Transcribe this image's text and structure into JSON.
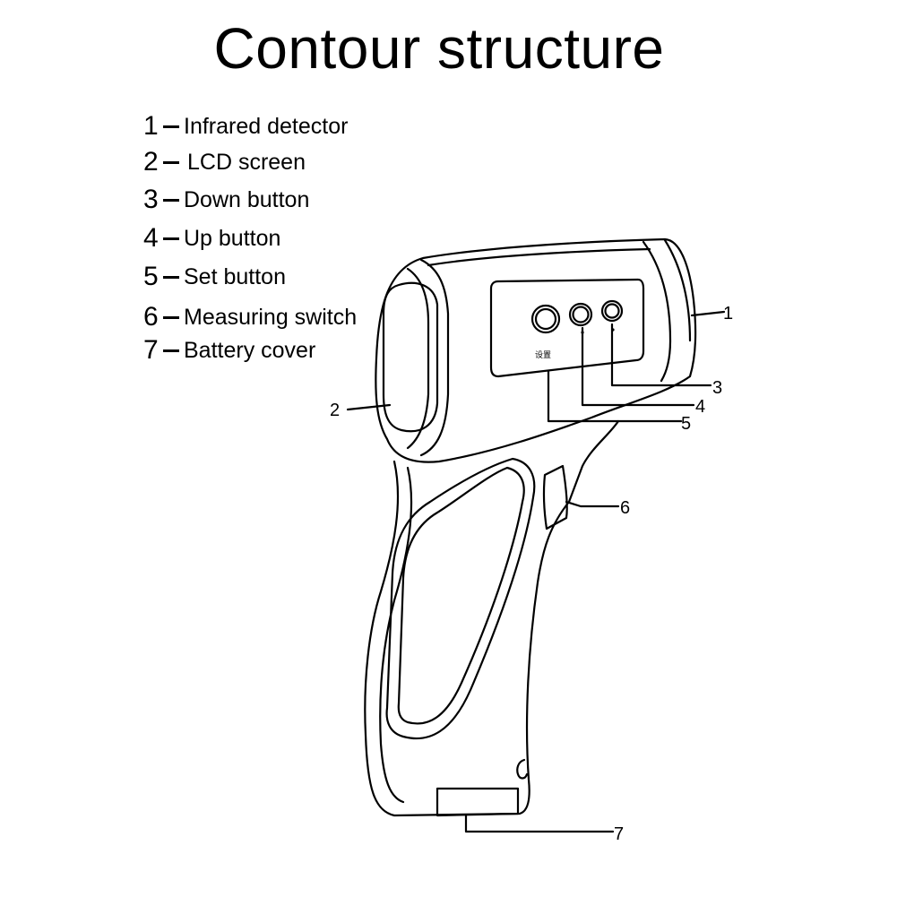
{
  "title": "Contour structure",
  "legend": [
    {
      "number": "1",
      "label": "Infrared detector"
    },
    {
      "number": "2",
      "label": "LCD screen"
    },
    {
      "number": "3",
      "label": "Down button"
    },
    {
      "number": "4",
      "label": "Up button"
    },
    {
      "number": "5",
      "label": "Set button"
    },
    {
      "number": "6",
      "label": "Measuring switch"
    },
    {
      "number": "7",
      "label": "Battery cover"
    }
  ],
  "callouts": {
    "c1": "1",
    "c2": "2",
    "c3": "3",
    "c4": "4",
    "c5": "5",
    "c6": "6",
    "c7": "7"
  },
  "button_label": "设置",
  "colors": {
    "stroke": "#000000",
    "background": "#ffffff"
  }
}
